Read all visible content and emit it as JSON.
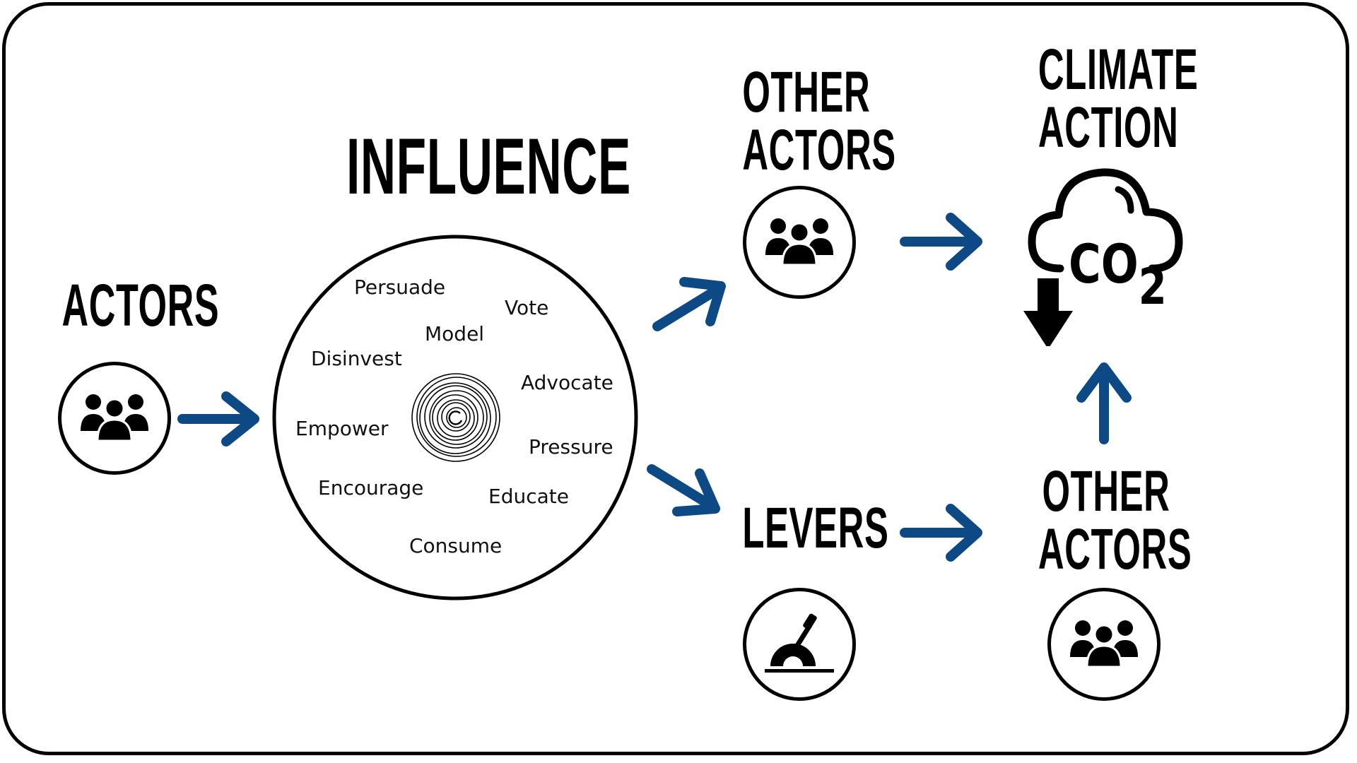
{
  "headings": {
    "actors": "ACTORS",
    "influence": "INFLUENCE",
    "other_actors_top_line1": "OTHER",
    "other_actors_top_line2": "ACTORS",
    "climate_action_line1": "CLIMATE",
    "climate_action_line2": "ACTION",
    "levers": "LEVERS",
    "other_actors_bottom_line1": "OTHER",
    "other_actors_bottom_line2": "ACTORS"
  },
  "influence_words": [
    "Persuade",
    "Vote",
    "Model",
    "Disinvest",
    "Advocate",
    "Empower",
    "Pressure",
    "Encourage",
    "Educate",
    "Consume"
  ],
  "co2": {
    "text": "CO",
    "subscript": "2"
  },
  "colors": {
    "arrow": "#0d4a85",
    "stroke": "#000000"
  },
  "icons": [
    "people-group-icon",
    "lever-icon",
    "co2-cloud-icon",
    "down-arrow-icon"
  ]
}
